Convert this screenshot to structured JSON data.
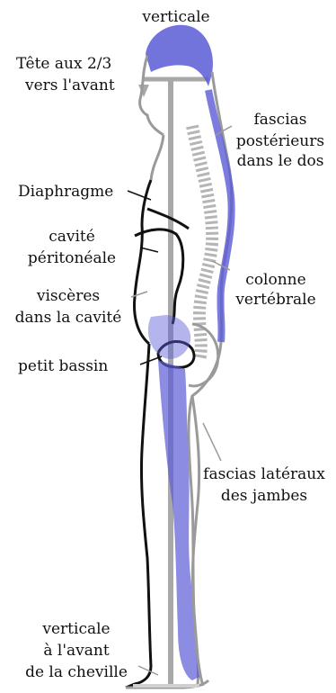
{
  "labels": {
    "verticale_top": "verticale",
    "tete_1": "Tête aux 2/3",
    "tete_2": "vers l'avant",
    "fascias_post_1": "fascias",
    "fascias_post_2": "postérieurs",
    "fascias_post_3": "dans le dos",
    "diaphragme": "Diaphragme",
    "cavite_1": "cavité",
    "cavite_2": "péritonéale",
    "colonne_1": "colonne",
    "colonne_2": "vertébrale",
    "visceres_1": "viscères",
    "visceres_2": "dans la cavité",
    "petit_bassin": "petit bassin",
    "fascias_lat_1": "fascias latéraux",
    "fascias_lat_2": "des jambes",
    "verticale_bottom_1": "verticale",
    "verticale_bottom_2": "à l'avant",
    "verticale_bottom_3": "de la cheville"
  },
  "colors": {
    "outline": "#9a9a9a",
    "fascia": "#5b5bd6",
    "vertical_line": "#a8a8a8",
    "marker": "#111111"
  }
}
